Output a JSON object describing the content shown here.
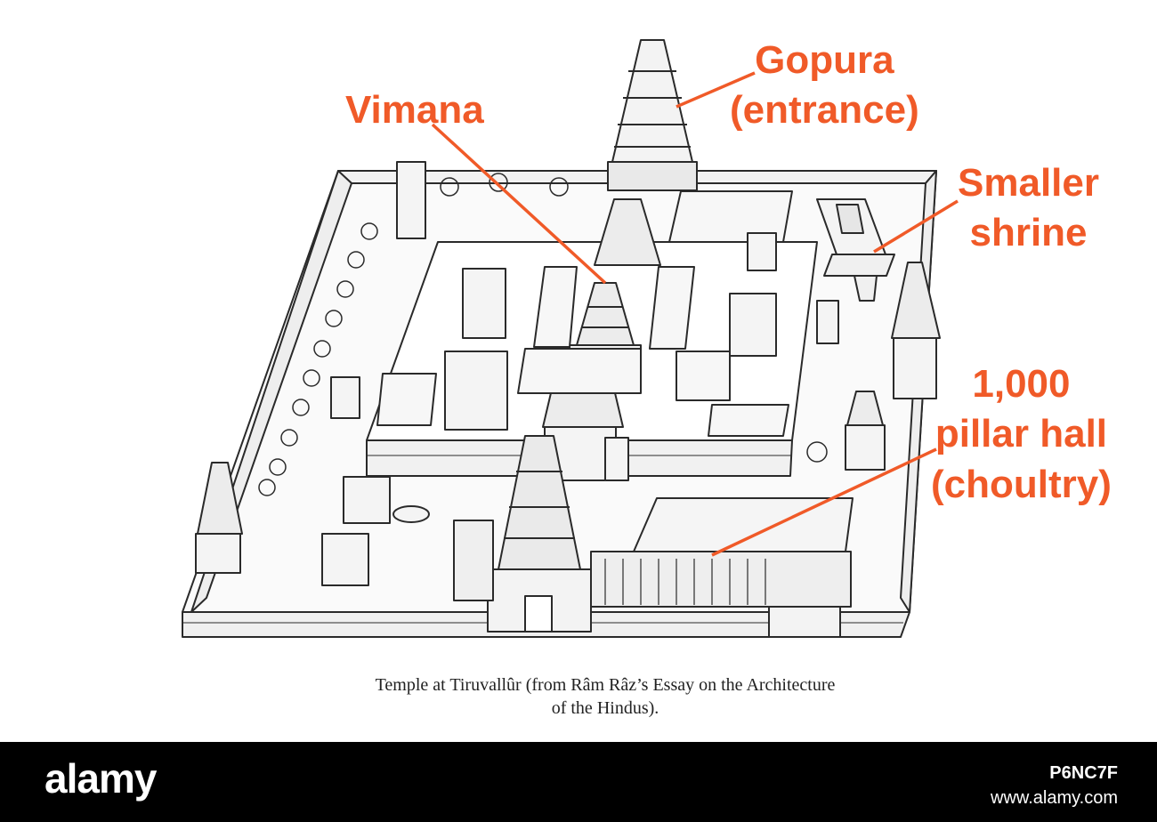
{
  "labels": {
    "gopura": [
      "Gopura",
      "(entrance)"
    ],
    "vimana": "Vimana",
    "shrine": [
      "Smaller",
      "shrine"
    ],
    "hall": [
      "1,000",
      "pillar hall",
      "(choultry)"
    ]
  },
  "caption": {
    "line1": "Temple at Tiruvallûr (from Râm Râz’s Essay on the Architecture",
    "line2": "of the Hindus)."
  },
  "footer": {
    "brand": "alamy",
    "stock_id": "P6NC7F",
    "url": "www.alamy.com"
  },
  "colors": {
    "label": "#f05a28",
    "ink": "#2a2a2a",
    "footer_bg": "#000000"
  }
}
